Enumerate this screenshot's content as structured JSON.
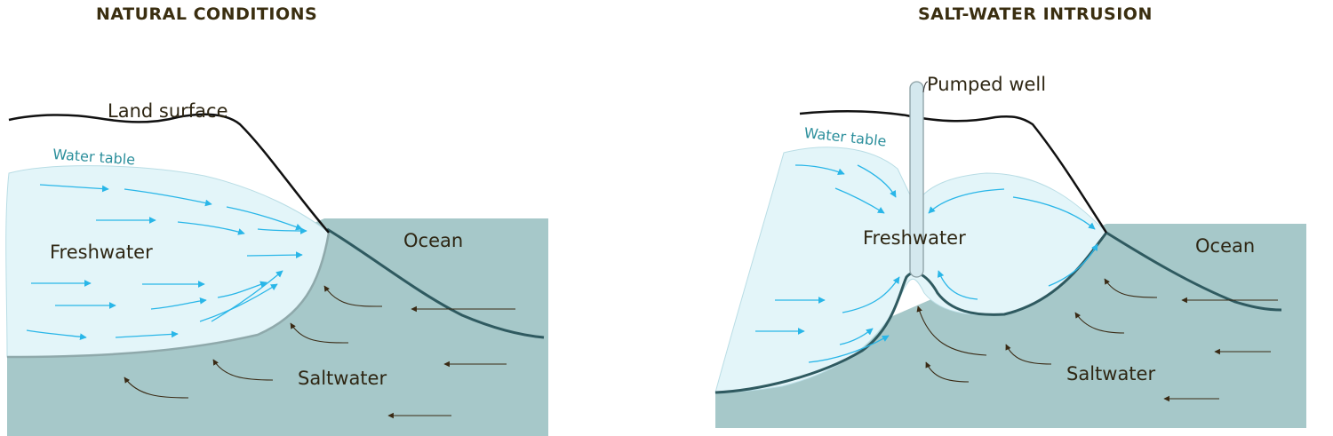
{
  "panels": {
    "natural": {
      "title": "NATURAL CONDITIONS",
      "land_surface": "Land surface",
      "water_table": "Water table",
      "freshwater": "Freshwater",
      "ocean": "Ocean",
      "saltwater": "Saltwater"
    },
    "intrusion": {
      "title": "SALT-WATER INTRUSION",
      "pumped_well": "Pumped well",
      "water_table": "Water table",
      "freshwater": "Freshwater",
      "ocean": "Ocean",
      "saltwater": "Saltwater"
    }
  },
  "colors": {
    "title": "#3a2e10",
    "ocean": "#a6c8c9",
    "freshwater": "#e3f5f9",
    "fresh_arrow": "#29b6e8",
    "salt_arrow": "#3a2a14",
    "interface": "#2f5a60",
    "land": "#111111",
    "water_table_text": "#2c8f9c"
  }
}
